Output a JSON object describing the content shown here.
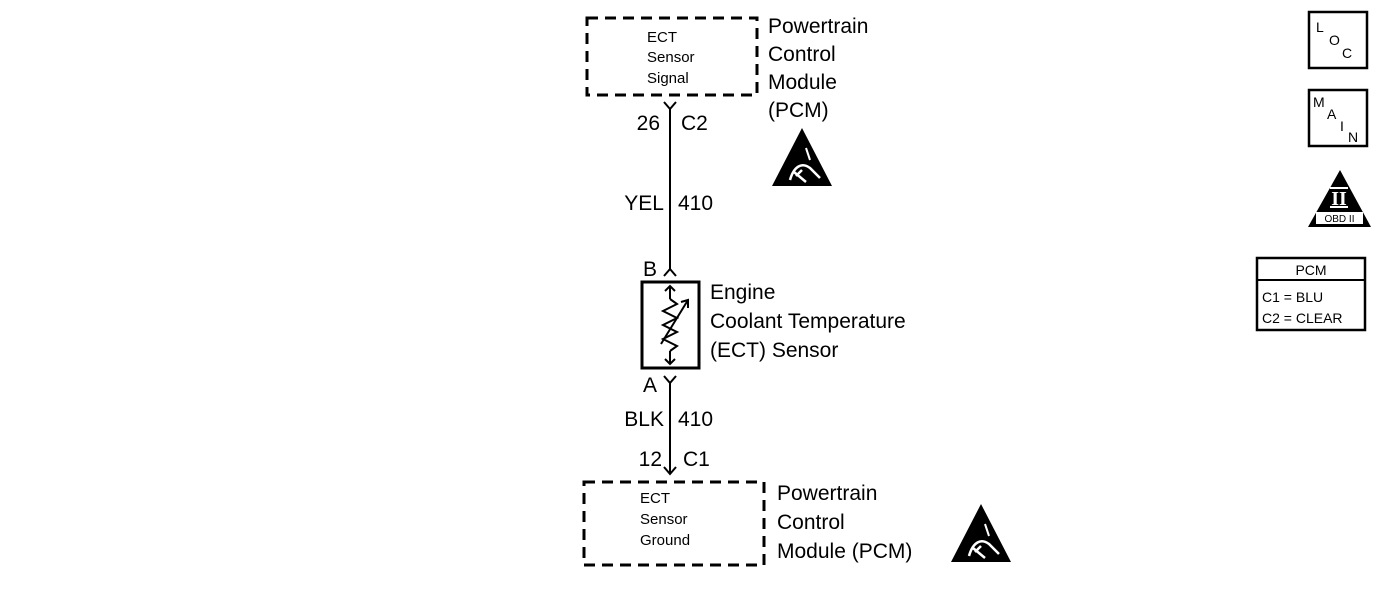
{
  "top_module": {
    "box_lines": [
      "ECT",
      "Sensor",
      "Signal"
    ],
    "name_lines": [
      "Powertrain",
      "Control",
      "Module",
      "(PCM)"
    ]
  },
  "top_connector": {
    "pin": "26",
    "connector": "C2"
  },
  "wire_top": {
    "color": "YEL",
    "circuit": "410"
  },
  "sensor": {
    "terminal_top": "B",
    "terminal_bottom": "A",
    "name_lines": [
      "Engine",
      "Coolant Temperature",
      "(ECT) Sensor"
    ]
  },
  "wire_bottom": {
    "color": "BLK",
    "circuit": "410"
  },
  "bottom_connector": {
    "pin": "12",
    "connector": "C1"
  },
  "bottom_module": {
    "box_lines": [
      "ECT",
      "Sensor",
      "Ground"
    ],
    "name_lines": [
      "Powertrain",
      "Control",
      "Module (PCM)"
    ]
  },
  "side_icons": {
    "loc": {
      "letters": [
        "L",
        "O",
        "C"
      ]
    },
    "main": {
      "letters": [
        "M",
        "A",
        "I",
        "N"
      ]
    },
    "obd": {
      "numeral": "II",
      "label": "OBD II"
    }
  },
  "connector_legend": {
    "title": "PCM",
    "rows": [
      "C1 = BLU",
      "C2 = CLEAR"
    ]
  }
}
